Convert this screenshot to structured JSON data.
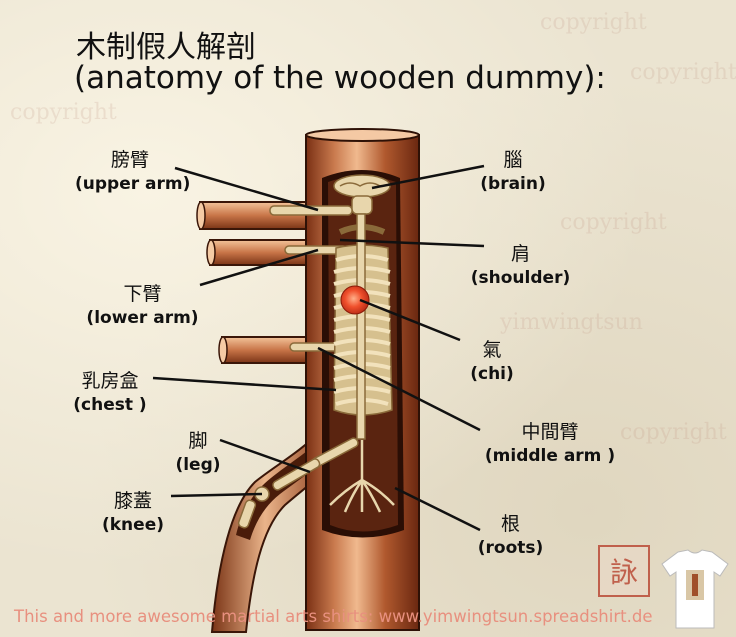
{
  "title": {
    "zh": "木制假人解剖",
    "en": "(anatomy of the wooden dummy):"
  },
  "labels": {
    "upper_arm": {
      "zh": "膀臂",
      "en": "(upper arm)"
    },
    "lower_arm": {
      "zh": "下臂",
      "en": "(lower arm)"
    },
    "chest": {
      "zh": "乳房盒",
      "en": "(chest )"
    },
    "leg": {
      "zh": "脚",
      "en": "(leg)"
    },
    "knee": {
      "zh": "膝蓋",
      "en": "(knee)"
    },
    "brain": {
      "zh": "腦",
      "en": "(brain)"
    },
    "shoulder": {
      "zh": "肩",
      "en": "(shoulder)"
    },
    "chi": {
      "zh": "氣",
      "en": "(chi)"
    },
    "middle_arm": {
      "zh": "中間臂",
      "en": "(middle arm )"
    },
    "roots": {
      "zh": "根",
      "en": "(roots)"
    }
  },
  "footer": "This and more awesome martial arts shirts: www.yimwingtsun.spreadshirt.de",
  "colors": {
    "background": "#ebe4d1",
    "wood": "#b5633c",
    "wood_dark": "#5a2410",
    "bone": "#e8d6ac",
    "chi": "#e8462a",
    "footer_text": "#e8907f"
  }
}
